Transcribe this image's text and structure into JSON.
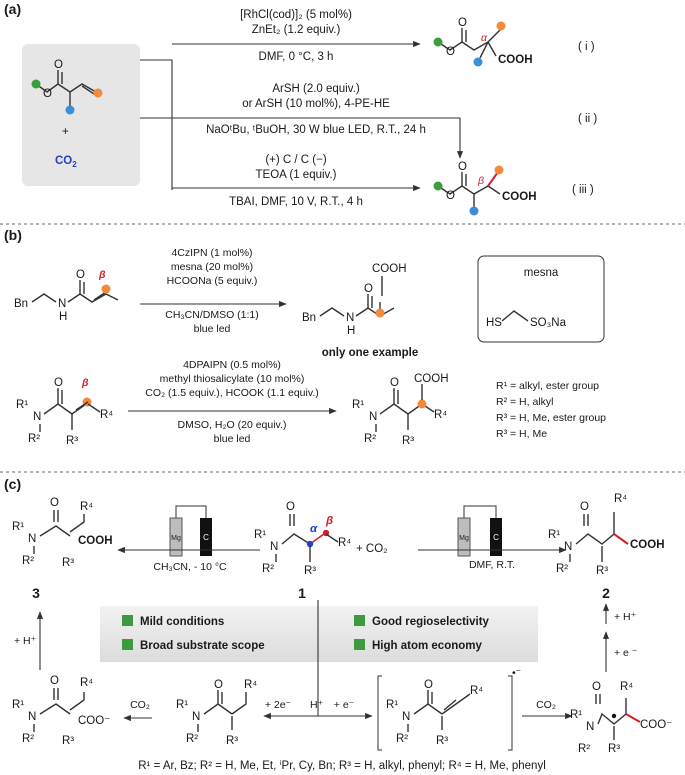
{
  "panels": {
    "a": "(a)",
    "b": "(b)",
    "c": "(c)"
  },
  "a": {
    "plus": "+",
    "co2": "CO",
    "co2_sub": "2",
    "cond_i": [
      "[RhCl(cod)]",
      "2",
      " (5 mol%)",
      "ZnEt",
      "2",
      " (1.2 equiv.)",
      "DMF, 0 ",
      "o",
      "C, 3 h"
    ],
    "cond_i_l1": "[RhCl(cod)]₂ (5 mol%)",
    "cond_i_l2": "ZnEt₂ (1.2 equiv.)",
    "cond_i_l3": "DMF, 0 °C, 3 h",
    "cond_ii_l1": "ArSH (2.0 equiv.)",
    "cond_ii_l2": "or ArSH (10 mol%), 4-PE-HE",
    "cond_ii_l3": "NaOᵗBu, ᵗBuOH, 30 W blue LED, R.T., 24 h",
    "cond_iii_l1": "(+) C / C (−)",
    "cond_iii_l2": "TEOA (1 equiv.)",
    "cond_iii_l3": "TBAI, DMF, 10 V, R.T., 4 h",
    "label_i": "( i )",
    "label_ii": "( ii )",
    "label_iii": "( iii )",
    "alpha": "α",
    "beta": "β",
    "cooh": "COOH"
  },
  "b": {
    "cond1": [
      "4CzIPN (1 mol%)",
      "mesna (20 mol%)",
      "HCOONa (5 equiv.)",
      "CH₃CN/DMSO (1:1)",
      "blue led"
    ],
    "cond2": [
      "4DPAIPN (0.5 mol%)",
      "methyl thiosalicylate (10 mol%)",
      "CO₂ (1.5 equiv.), HCOOK (1.1 equiv.)",
      "DMSO, H₂O (20 equiv.)",
      "blue led"
    ],
    "bn": "Bn",
    "n": "N",
    "h": "H",
    "o": "O",
    "cooh": "COOH",
    "beta": "β",
    "only_one": "only one example",
    "mesna_title": "mesna",
    "mesna_hs": "HS",
    "mesna_so3na": "SO₃Na",
    "r1": "R¹",
    "r2": "R²",
    "r3": "R³",
    "r4": "R⁴",
    "legend": [
      "R¹ = alkyl, ester group",
      "R² = H, alkyl",
      "R³ = H, Me, ester group",
      "R³ = H, Me"
    ]
  },
  "c": {
    "cond_left": "CH₃CN, - 10 °C",
    "cond_right": "DMF, R.T.",
    "plus_co2": "+  CO₂",
    "mg": "Mg",
    "c": "C",
    "num1": "1",
    "num2": "2",
    "num3": "3",
    "cooh": "COOH",
    "coo": "COO⁻",
    "hplus": "+ H⁺",
    "eminus": "+ e ⁻",
    "two_e": "+ 2e⁻",
    "h_plus": "H⁺",
    "plus_e": "+ e⁻",
    "co2": "CO₂",
    "alpha": "α",
    "beta": "β",
    "features": [
      "Mild conditions",
      "Good regioselectivity",
      "Broad substrate scope",
      "High atom economy"
    ],
    "footer": "R¹ = Ar, Bz; R² = H, Me, Et, ⁱPr, Cy, Bn; R³ = H, alkyl, phenyl; R⁴ = H, Me, phenyl",
    "radical": "•⁻"
  },
  "colors": {
    "green_dot": "#3a9e3a",
    "orange_dot": "#f08a3c",
    "blue_dot": "#3a8fd8",
    "co2_blue": "#2140d0",
    "alpha_red": "#d0202a",
    "feature_green": "#3e9a3e",
    "panel_gray": "#e6e6e6"
  }
}
